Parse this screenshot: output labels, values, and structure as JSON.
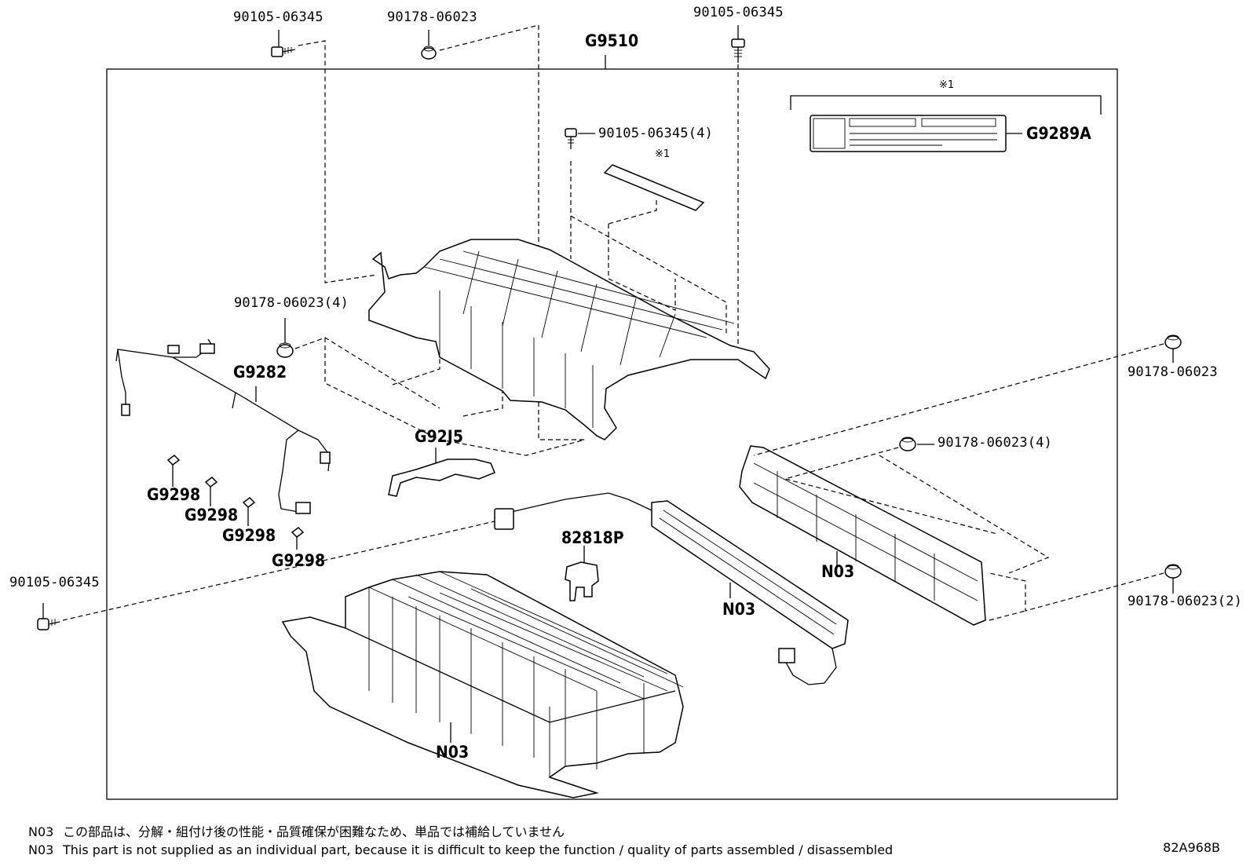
{
  "assembly_label": "G9510",
  "parts": {
    "bolt_top_left": "90105-06345",
    "nut_top_mid": "90178-06023",
    "bolt_top_right": "90105-06345",
    "bolt_center_4": "90105-06345(4)",
    "label_g9289a": "G9289A",
    "nut_left_4": "90178-06023(4)",
    "harness_g9282": "G9282",
    "seal_g92j5": "G92J5",
    "clip_1": "G9298",
    "clip_2": "G9298",
    "clip_3": "G9298",
    "clip_4": "G9298",
    "sensor_82818p": "82818P",
    "bolt_bottom_left": "90105-06345",
    "nut_right_top": "90178-06023",
    "nut_right_4": "90178-06023(4)",
    "nut_right_2": "90178-06023(2)",
    "n03_right_frame": "N03",
    "n03_center_bus": "N03",
    "n03_battery_stack": "N03"
  },
  "note_marks": {
    "mark_label_bracket": "※1",
    "mark_sheet": "※1"
  },
  "footnotes": {
    "jp_code": "N03",
    "jp_text": "この部品は、分解・組付け後の性能・品質確保が困難なため、単品では補給していません",
    "en_code": "N03",
    "en_text": "This part is not supplied as an individual part, because it is difficult to keep the function / quality of parts  assembled / disassembled"
  },
  "diagram_ref": "82A968B"
}
